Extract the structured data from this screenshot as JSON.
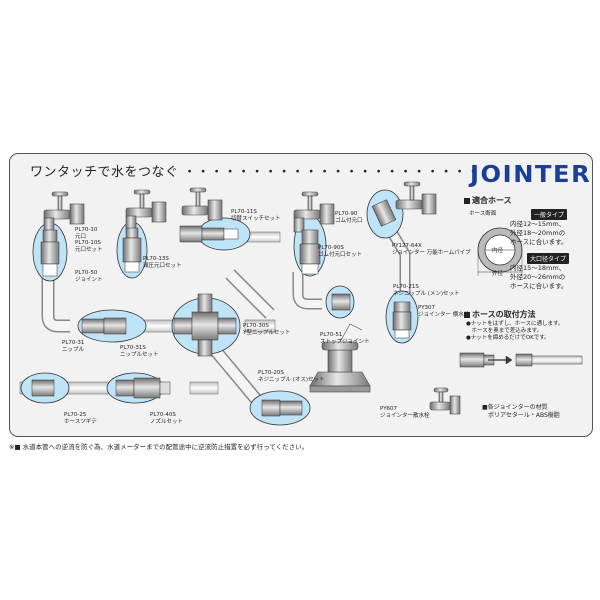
{
  "headline": "ワンタッチで水をつなぐ ・・・・・・・・・・・・・・・・・・・・・・",
  "brand": "JOINTER",
  "colors": {
    "brand": "#1b3f95",
    "highlight": "#bfe3f7",
    "metal": "#9a9a9a",
    "panel": "#f2f2f2"
  },
  "parts": [
    {
      "code": "PL70-10",
      "name": "元口"
    },
    {
      "code": "PL70-10S",
      "name": "元口セット"
    },
    {
      "code": "PL70-50",
      "name": "ジョイント"
    },
    {
      "code": "PL70-13S",
      "name": "減圧元口セット"
    },
    {
      "code": "PL70-11S",
      "name": "切替スイッチセット"
    },
    {
      "code": "PL70-90",
      "name": "ゴム付元口"
    },
    {
      "code": "PL70-90S",
      "name": "ゴム付元口セット"
    },
    {
      "code": "PY127-64X",
      "name": "ジョインター 万能ホームパイプ"
    },
    {
      "code": "PL70-51",
      "name": "ストップジョイント"
    },
    {
      "code": "PL70-21S",
      "name": "ネジニップル (メン)セット"
    },
    {
      "code": "PY307",
      "name": "ジョインター 横水栓"
    },
    {
      "code": "PL70-31",
      "name": "ニップル"
    },
    {
      "code": "PL70-31S",
      "name": "ニップルセット"
    },
    {
      "code": "PL70-30S",
      "name": "Y型ニップルセット"
    },
    {
      "code": "PL70-20S",
      "name": "ネジニップル (オス)セット"
    },
    {
      "code": "PY607",
      "name": "ジョインター散水栓"
    },
    {
      "code": "PL70-25",
      "name": "ホースツギテ"
    },
    {
      "code": "PL70-40S",
      "name": "ノズルセット"
    }
  ],
  "hose_section": {
    "title": "適合ホース",
    "diagram_caption": "ホース断面",
    "inner_label": "内径",
    "outer_label": "外径",
    "general_tag": "一般タイプ",
    "general_text": [
      "内径12～15mm、",
      "外径18～20mmの",
      "ホースに合います。"
    ],
    "large_tag": "大口径タイプ",
    "large_text": [
      "内径15～18mm、",
      "外径20～26mmの",
      "ホースに合います。"
    ]
  },
  "attach_section": {
    "title": "ホースの取付方法",
    "steps": [
      "●ナットをはずし、ホースに通します。",
      "　ホースを奥まで差込みます。",
      "●ナットを締めるだけでOKです。"
    ]
  },
  "material": [
    "■各ジョインターの材質",
    "　ポリアセタール・ABS樹脂"
  ],
  "note": "※■ 水道本管への逆流を防ぐ為、水道メーターまでの配管途中に逆流防止措置を必ず行ってください。"
}
